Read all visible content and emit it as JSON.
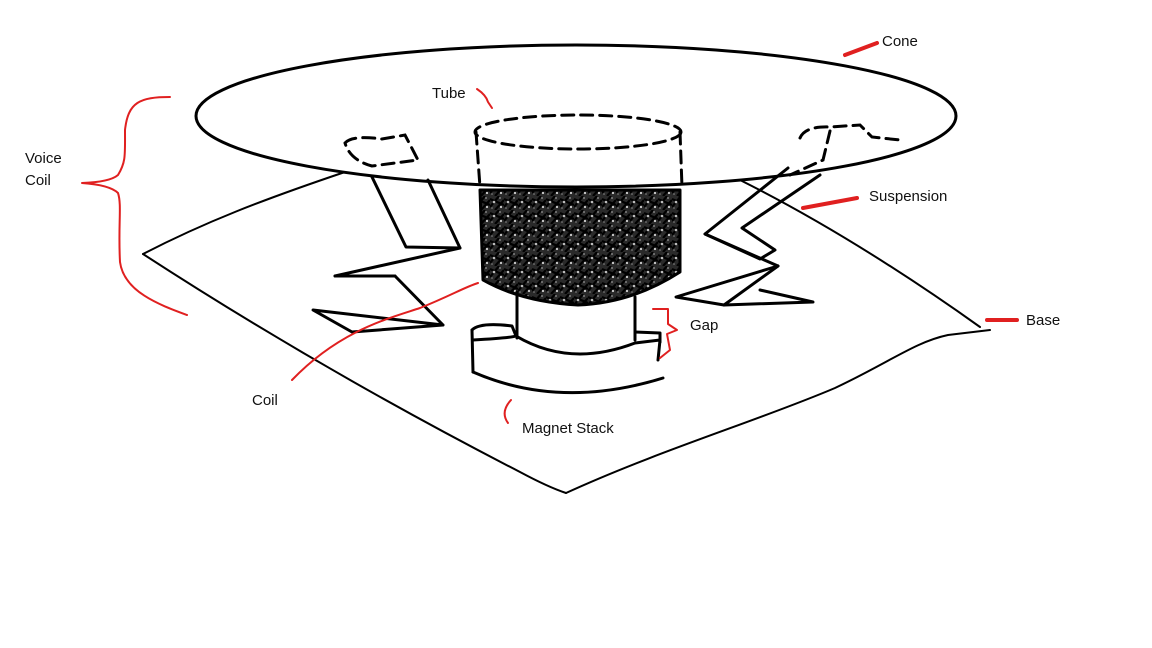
{
  "diagram": {
    "ink_color": "#000000",
    "annotation_color": "#e02020",
    "labels": {
      "cone": "Cone",
      "tube": "Tube",
      "voice_coil_line1": "Voice",
      "voice_coil_line2": "Coil",
      "suspension": "Suspension",
      "base": "Base",
      "gap": "Gap",
      "coil": "Coil",
      "magnet_stack": "Magnet Stack"
    }
  }
}
